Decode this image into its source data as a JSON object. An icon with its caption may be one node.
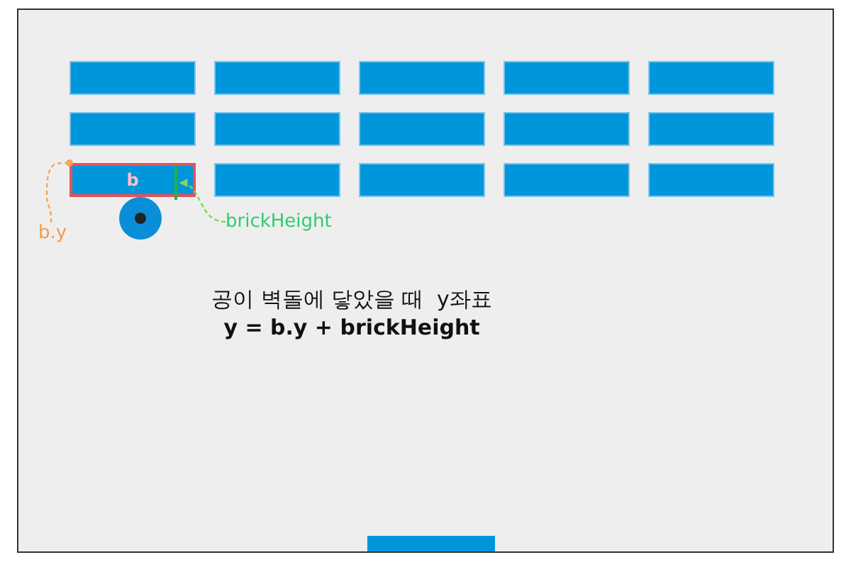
{
  "diagram": {
    "nodes": [
      {
        "text": [],
        "shape": "box"
      },
      {
        "text": [],
        "shape": "box"
      },
      {
        "text": [],
        "shape": "box"
      },
      {
        "text": [],
        "shape": "box"
      },
      {
        "text": [],
        "shape": "box"
      },
      {
        "text": [],
        "shape": "box"
      },
      {
        "text": [],
        "shape": "box"
      },
      {
        "text": [],
        "shape": "box"
      },
      {
        "text": [],
        "shape": "box"
      },
      {
        "text": [],
        "shape": "box"
      },
      {
        "text": [
          "b"
        ]
      },
      {
        "text": [],
        "shape": "box"
      },
      {
        "text": [],
        "shape": "box"
      },
      {
        "text": [],
        "shape": "box"
      },
      {
        "text": [],
        "shape": "box"
      },
      {
        "text": [],
        "shape": "bar",
        "in": 10
      },
      {
        "text": [],
        "shape": "circle"
      },
      {
        "text": [],
        "shape": "bar"
      },
      {
        "text": [
          "b.y"
        ]
      },
      {
        "text": [
          "brickHeight"
        ]
      }
    ],
    "edges": [
      {
        "from": 18,
        "to": 10,
        "arrow": "other",
        "style": "dashed",
        "color": "#f7a65a"
      },
      {
        "from": 19,
        "to": 15,
        "arrow": "to",
        "style": "dashed",
        "color": "#7ed957"
      }
    ],
    "labels": [
      "공이 벽돌에 닿았을 때  y좌표",
      "y = b.y + brickHeight"
    ]
  }
}
